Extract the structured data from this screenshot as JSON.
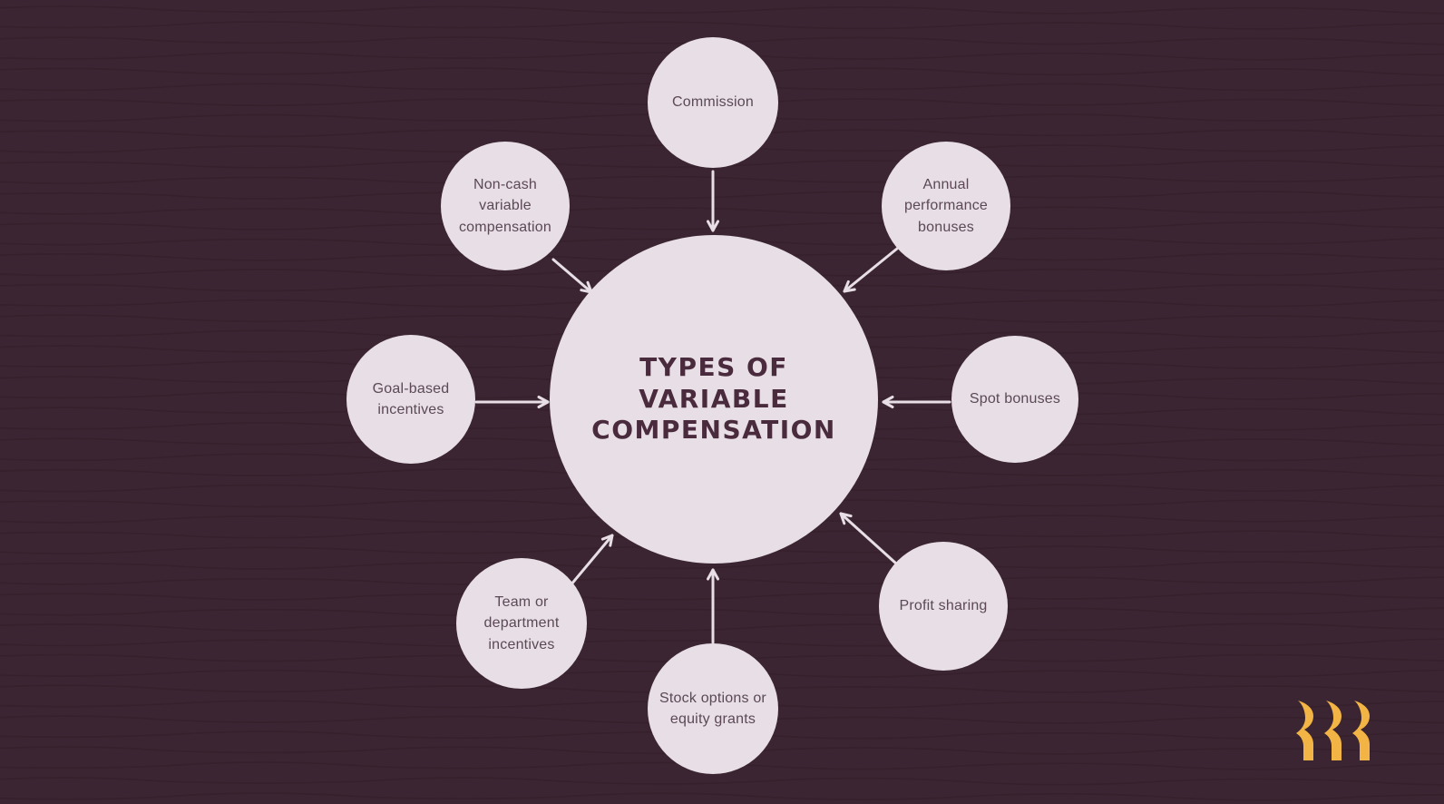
{
  "diagram": {
    "title": "TYPES OF VARIABLE COMPENSATION",
    "satellites": [
      {
        "label": "Commission"
      },
      {
        "label": "Annual performance bonuses"
      },
      {
        "label": "Spot bonuses"
      },
      {
        "label": "Profit sharing"
      },
      {
        "label": "Stock options or equity grants"
      },
      {
        "label": "Team or department incentives"
      },
      {
        "label": "Goal-based incentives"
      },
      {
        "label": "Non-cash variable compensation"
      }
    ]
  },
  "branding": {
    "logo_icon": "three-quote-marks-icon",
    "logo_color": "#F2B545"
  },
  "palette": {
    "background": "#3C2532",
    "wave_line": "#2E1B26",
    "node_fill": "#E7DFE5",
    "title_text": "#4A2B3E",
    "label_text": "#5C4857",
    "connector": "#E7DFE5"
  }
}
